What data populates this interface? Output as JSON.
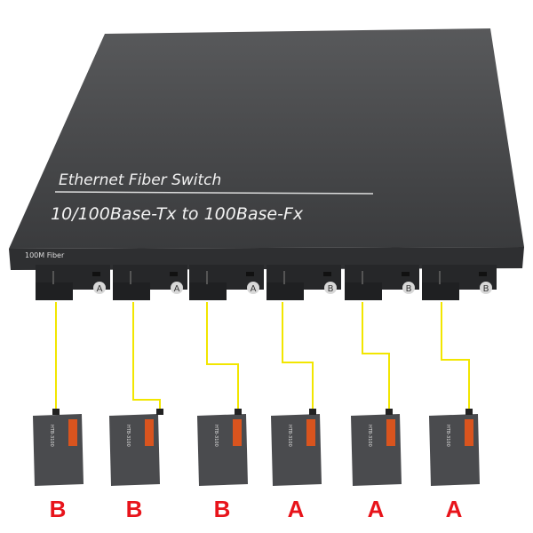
{
  "product": {
    "title": "Ethernet Fiber Switch",
    "subtitle": "10/100Base-Tx to 100Base-Fx",
    "port_label": "100M Fiber",
    "port_letters": [
      "A",
      "A",
      "A",
      "B",
      "B",
      "B"
    ],
    "module_model": "HTB-3100",
    "module_labels": [
      "B",
      "B",
      "B",
      "A",
      "A",
      "A"
    ]
  },
  "colors": {
    "body": "#3d3e40",
    "cable": "#f2e600",
    "label": "#e8141b",
    "module_tag": "#d9541e"
  }
}
